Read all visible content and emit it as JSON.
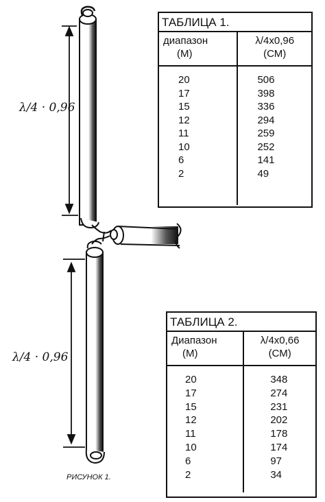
{
  "figure": {
    "dimension_upper": "λ/4 · 0,96",
    "dimension_lower": "λ/4 · 0,96",
    "caption": "РИСУНОК 1."
  },
  "table1": {
    "title": "ТАБЛИЦА 1.",
    "col1_header": [
      "диапазон",
      "(М)"
    ],
    "col2_header": [
      "λ/4x0,96",
      "(СМ)"
    ],
    "rows": [
      {
        "range": "20",
        "value": "506"
      },
      {
        "range": "17",
        "value": "398"
      },
      {
        "range": "15",
        "value": "336"
      },
      {
        "range": "12",
        "value": "294"
      },
      {
        "range": "11",
        "value": "259"
      },
      {
        "range": "10",
        "value": "252"
      },
      {
        "range": "6",
        "value": "141"
      },
      {
        "range": "2",
        "value": "49"
      }
    ]
  },
  "table2": {
    "title": "ТАБЛИЦА 2.",
    "col1_header": [
      "Диапазон",
      "(М)"
    ],
    "col2_header": [
      "λ/4x0,66",
      "(СМ)"
    ],
    "rows": [
      {
        "range": "20",
        "value": "348"
      },
      {
        "range": "17",
        "value": "274"
      },
      {
        "range": "15",
        "value": "231"
      },
      {
        "range": "12",
        "value": "202"
      },
      {
        "range": "11",
        "value": "178"
      },
      {
        "range": "10",
        "value": "174"
      },
      {
        "range": "6",
        "value": "97"
      },
      {
        "range": "2",
        "value": "34"
      }
    ]
  }
}
